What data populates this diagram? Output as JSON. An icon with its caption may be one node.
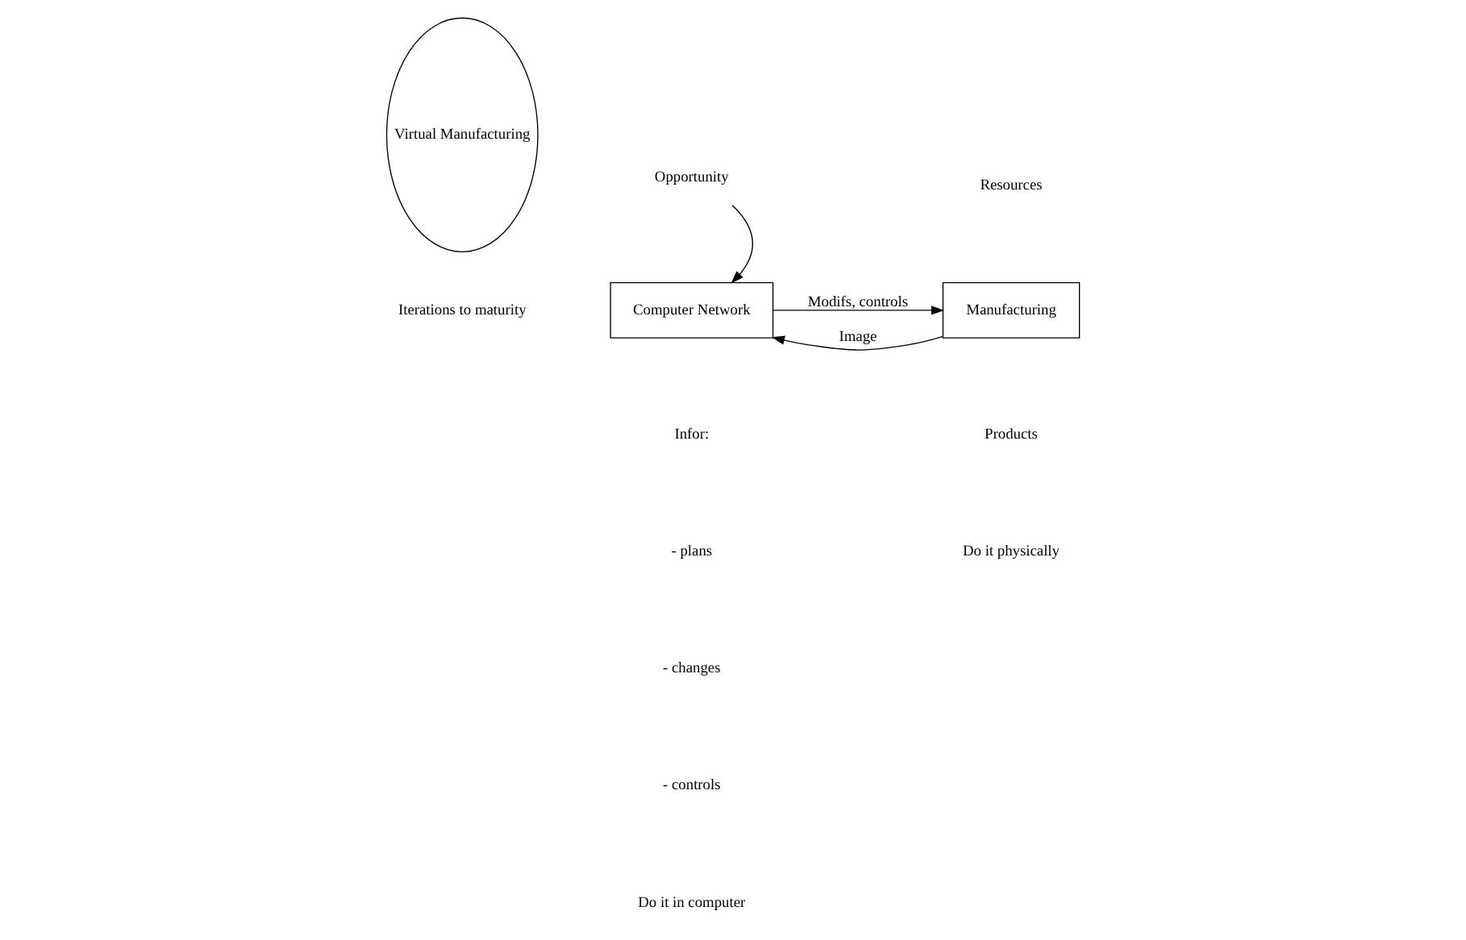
{
  "diagram": {
    "nodes": [
      {
        "text": [
          "Opportunity"
        ]
      },
      {
        "text": [
          "Computer Network"
        ]
      },
      {
        "text": [
          "Virtual Manufacturing"
        ]
      },
      {
        "text": [
          "Manufacturing"
        ]
      }
    ],
    "edges": [
      {
        "from": 0,
        "to": 1,
        "arrow": "to"
      },
      {
        "from": 3,
        "to": 1,
        "arrow": "to",
        "label": "Image"
      },
      {
        "from": 1,
        "to": 3,
        "arrow": "to",
        "label": "Modifs, controls"
      }
    ],
    "labels": [
      "Iterations to maturity",
      "Infor:",
      "- plans",
      "- changes",
      "- controls",
      "Resources",
      "Products",
      "Do it in computer",
      "Do it physically"
    ]
  }
}
